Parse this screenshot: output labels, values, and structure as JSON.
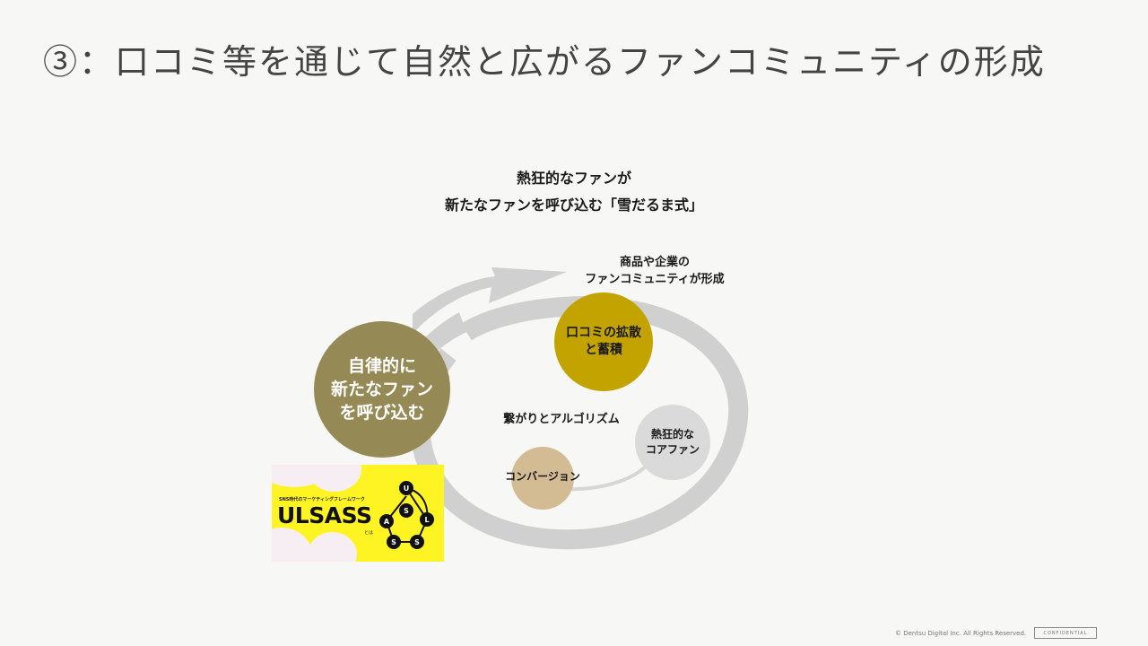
{
  "slide": {
    "title": "③：口コミ等を通じて自然と広がるファンコミュニティの形成",
    "headline": [
      "熱狂的なファンが",
      "新たなファンを呼び込む「雪だるま式」"
    ]
  },
  "diagram": {
    "community_label": [
      "商品や企業の",
      "ファンコミュニティが形成"
    ],
    "nodes": {
      "autonomous": {
        "lines": [
          "自律的に",
          "新たなファン",
          "を呼び込む"
        ],
        "color": "#958a55"
      },
      "word_of_mouth": {
        "lines": [
          "口コミの拡散",
          "と蓄積"
        ],
        "color": "#c3a300"
      },
      "core_fans": {
        "lines": [
          "熱狂的な",
          "コアファン"
        ],
        "color": "#dadada"
      },
      "conversion": {
        "label": "コンバージョン",
        "color": "#d3bb93"
      }
    },
    "center_label": "繋がりとアルゴリズム",
    "ring_color": "#d0d0d0"
  },
  "banner": {
    "tagline": "SNS時代のマーケティングフレームワーク",
    "brand": "ULSASS",
    "suffix": "とは",
    "nodes": [
      "U",
      "S",
      "L",
      "A",
      "S",
      "S"
    ],
    "bg_color": "#fff423"
  },
  "footer": {
    "copyright": "© Dentsu Digital Inc. All Rights Reserved.",
    "confidential": "CONFIDENTIAL"
  }
}
